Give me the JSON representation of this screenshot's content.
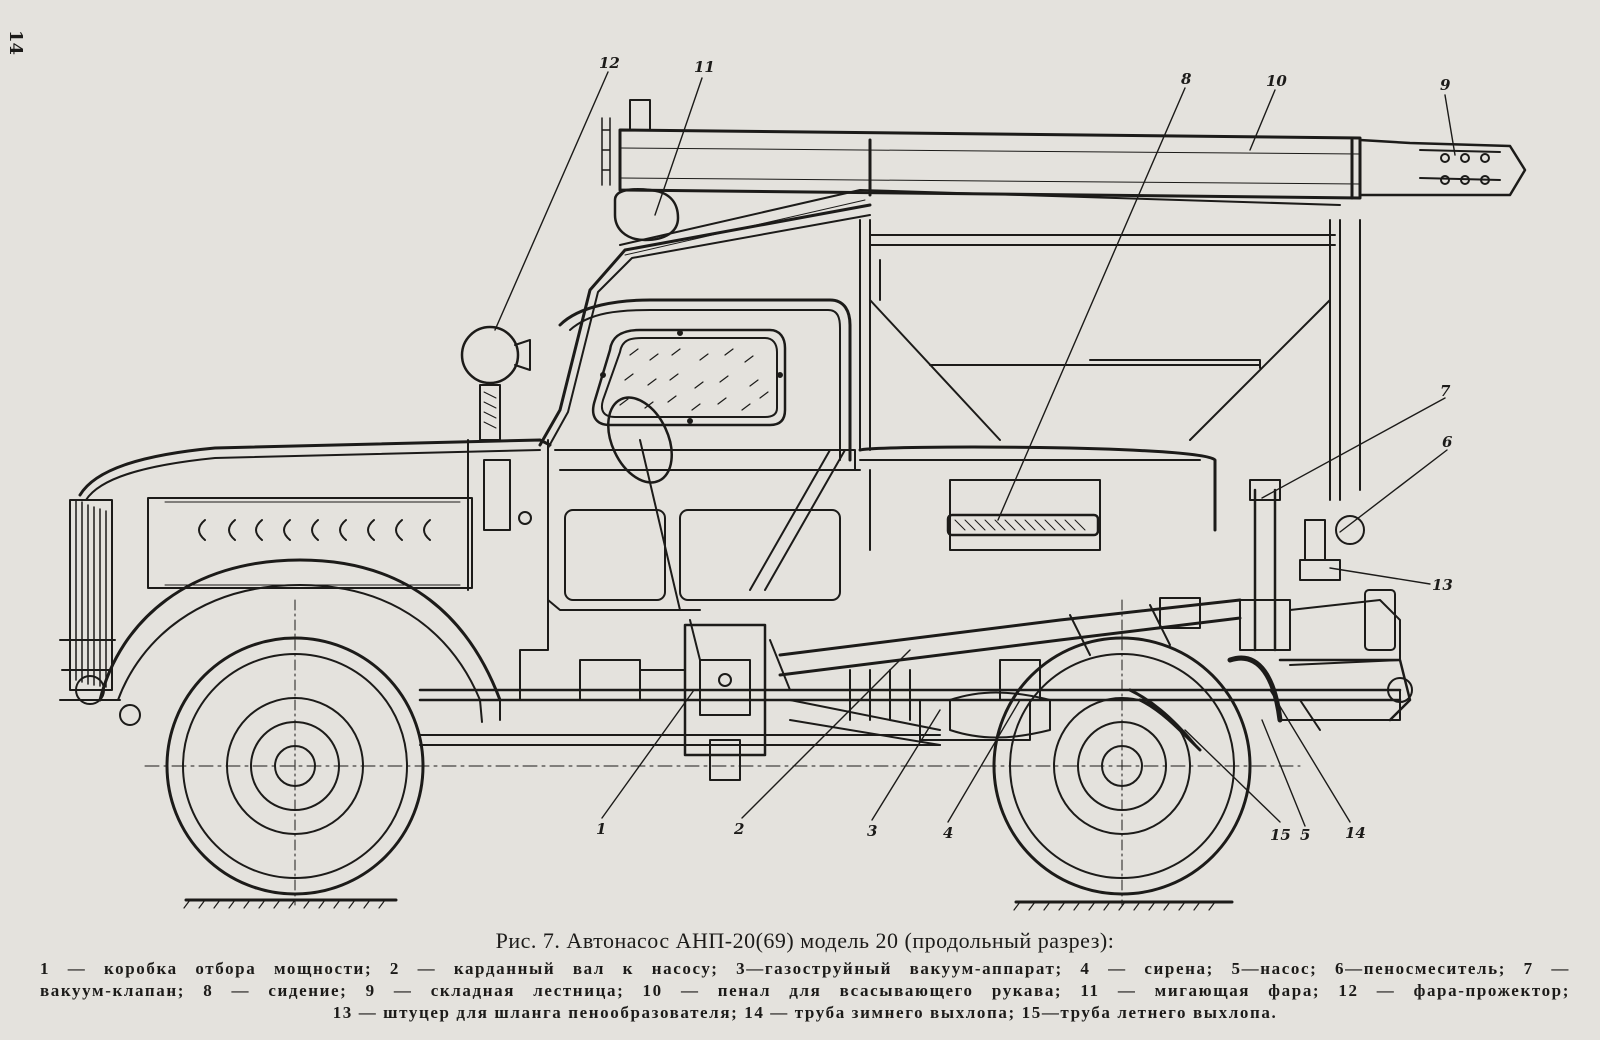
{
  "page_number": "14",
  "callouts": [
    {
      "id": "12",
      "label": "12"
    },
    {
      "id": "11",
      "label": "11"
    },
    {
      "id": "8",
      "label": "8"
    },
    {
      "id": "10",
      "label": "10"
    },
    {
      "id": "9",
      "label": "9"
    },
    {
      "id": "7",
      "label": "7"
    },
    {
      "id": "6",
      "label": "6"
    },
    {
      "id": "13",
      "label": "13"
    },
    {
      "id": "1",
      "label": "1"
    },
    {
      "id": "2",
      "label": "2"
    },
    {
      "id": "3",
      "label": "3"
    },
    {
      "id": "4",
      "label": "4"
    },
    {
      "id": "15",
      "label": "15"
    },
    {
      "id": "5",
      "label": "5"
    },
    {
      "id": "14",
      "label": "14"
    }
  ],
  "caption": {
    "title": "Рис. 7. Автонасос АНП-20(69) модель 20 (продольный разрез):",
    "line1": "1 — коробка отбора мощности; 2 — карданный вал к насосу; 3—газоструйный вакуум-аппарат; 4 — сирена; 5—насос; 6—пеносмеситель; 7 —",
    "line2": "вакуум-клапан; 8 — сидение; 9 — складная лестница; 10 — пенал для всасывающего рукава; 11 — мигающая фара; 12 — фара-прожектор;",
    "line3": "13 — штуцер для шланга пенообразователя; 14 — труба зимнего выхлопа; 15—труба летнего выхлопа."
  }
}
